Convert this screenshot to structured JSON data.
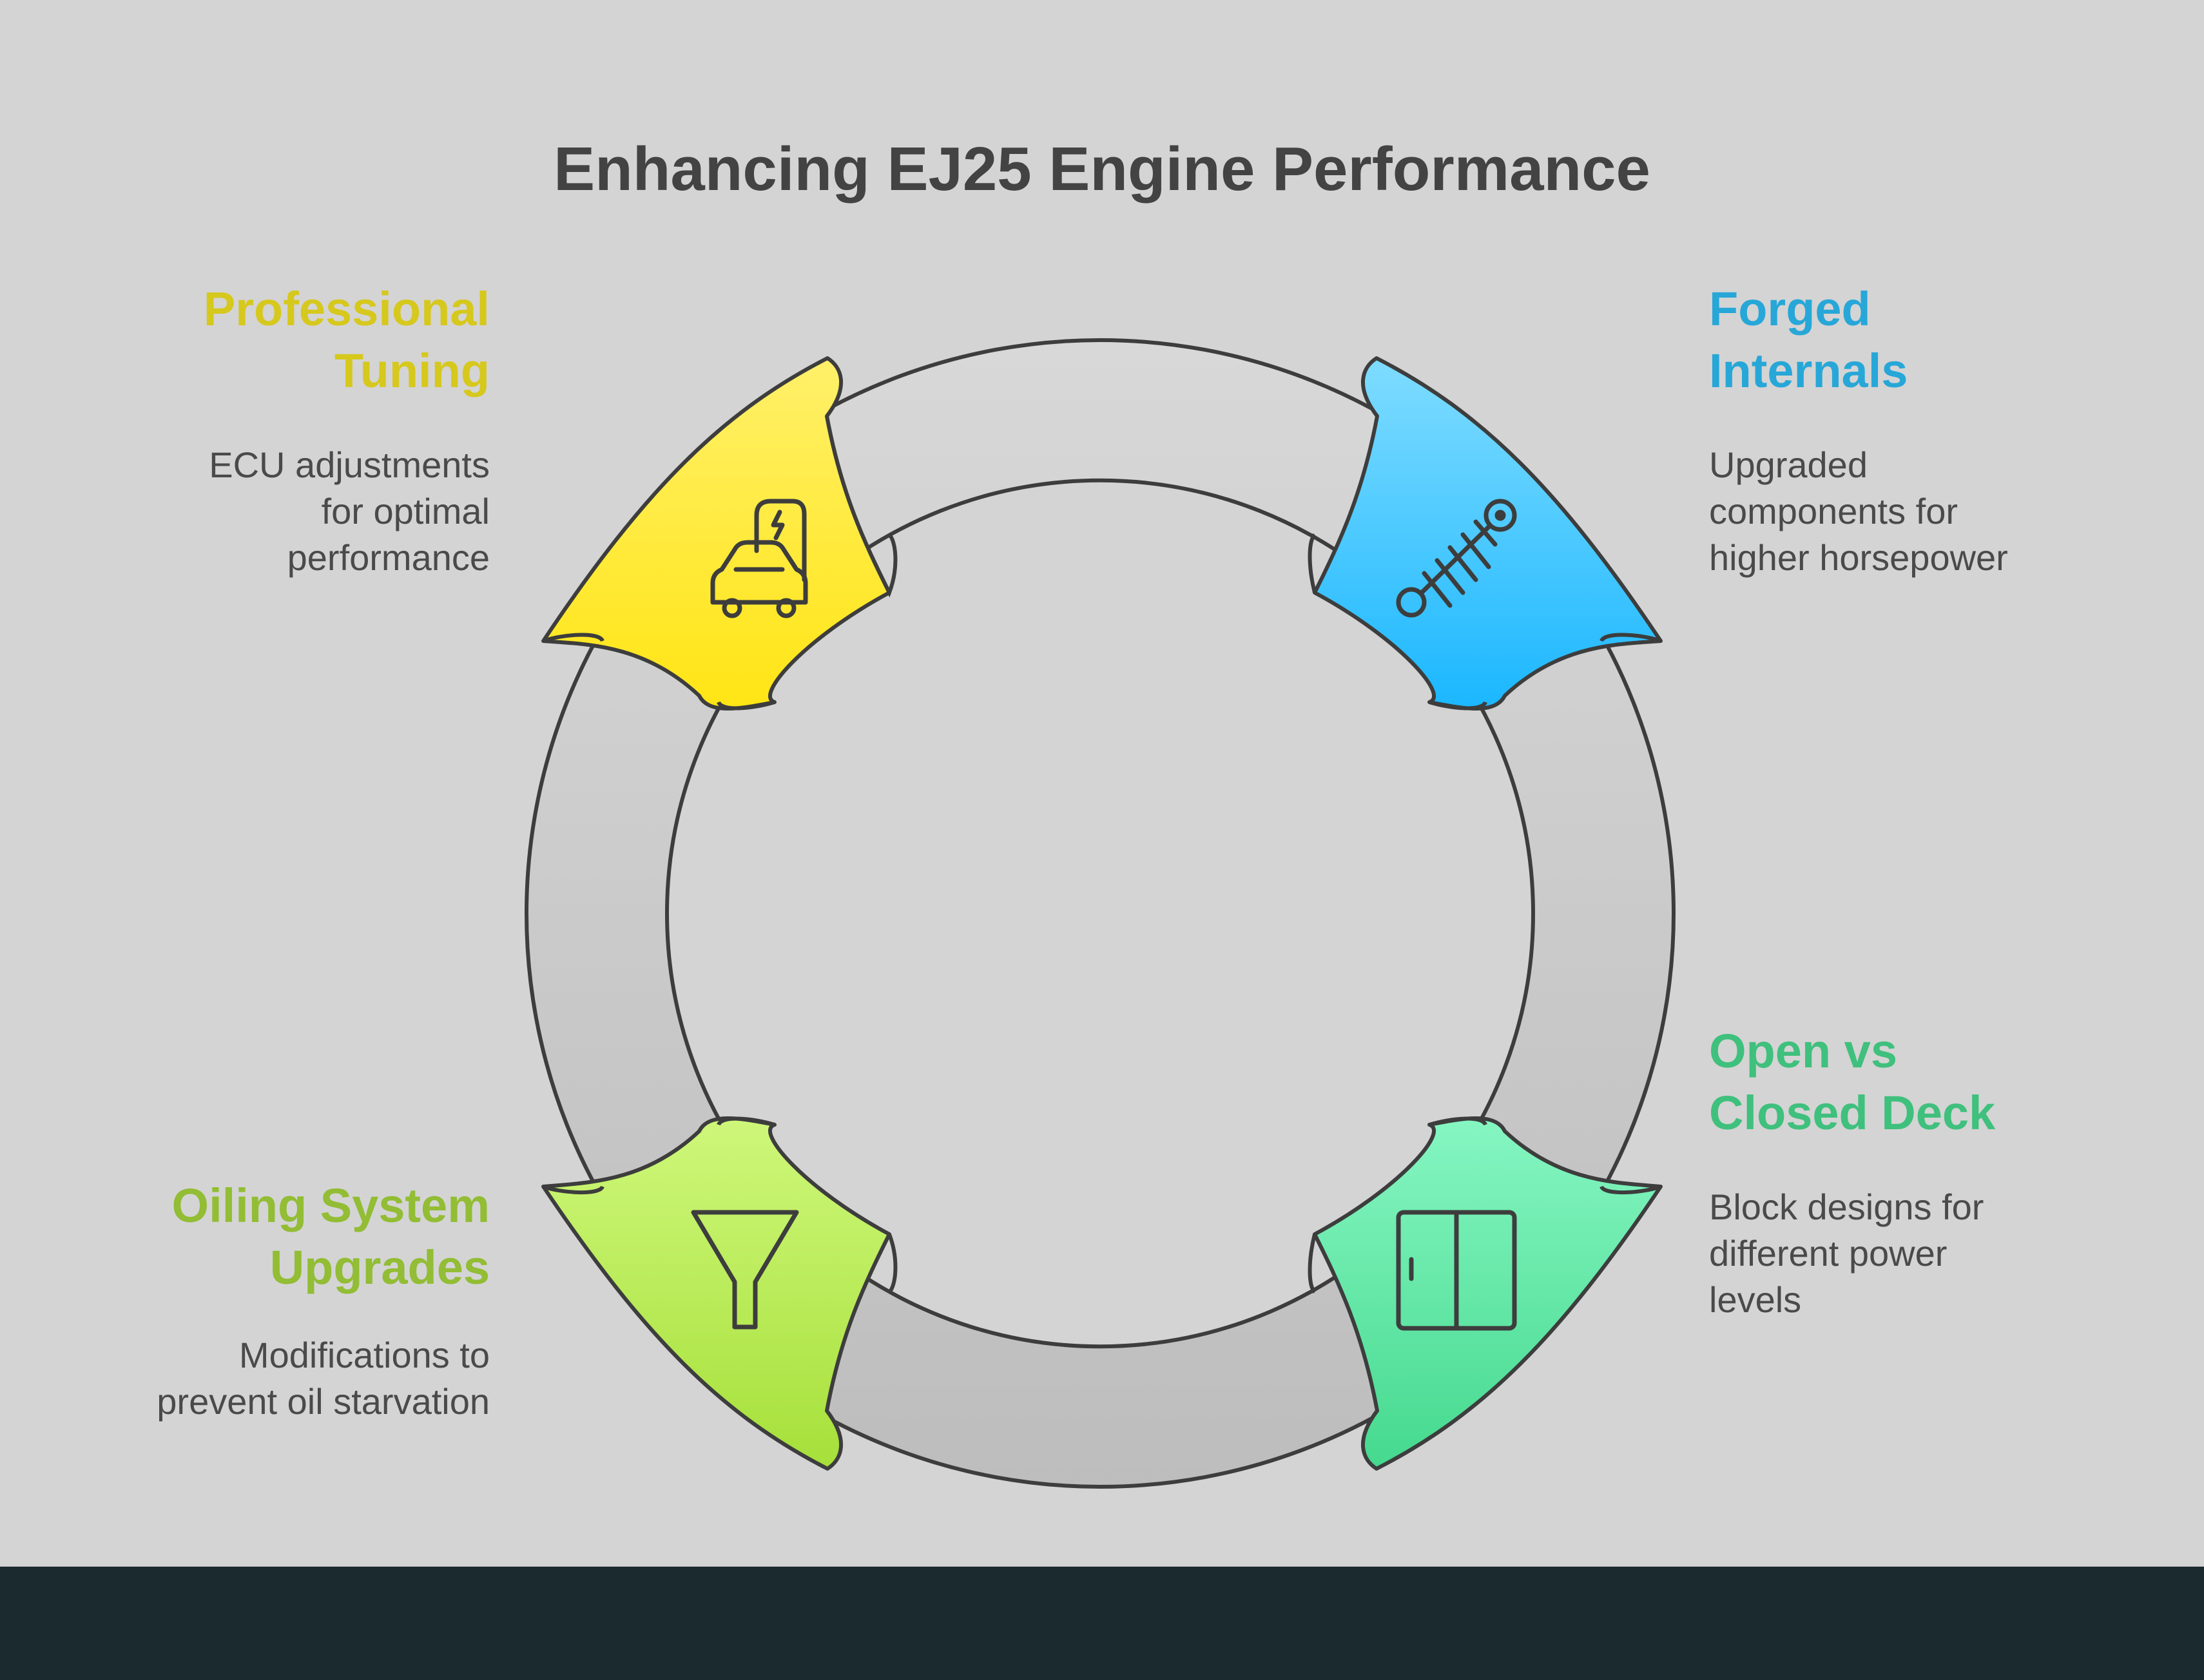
{
  "title": "Enhancing EJ25 Engine Performance",
  "colors": {
    "background": "#d4d4d4",
    "footer_band": "#1b2a2f",
    "ring": "#cccccc",
    "outline": "#3d3d3d",
    "title_text": "#434343",
    "body_text": "#4a4a4a"
  },
  "items": [
    {
      "id": "professional-tuning",
      "heading": "Professional \nTuning",
      "description": "ECU adjustments \nfor optimal \nperformance",
      "color": "#d6c81c",
      "fill_top": "#fff06a",
      "fill_bottom": "#ffe514",
      "icon": "car-charging-icon"
    },
    {
      "id": "forged-internals",
      "heading": "Forged\nInternals",
      "description": "Upgraded\ncomponents for\nhigher horsepower",
      "color": "#27a7d8",
      "fill_top": "#7fdcff",
      "fill_bottom": "#1bb7ff",
      "icon": "shock-absorber-icon"
    },
    {
      "id": "open-vs-closed-deck",
      "heading": "Open vs\nClosed Deck",
      "description": "Block designs for\ndifferent power\nlevels",
      "color": "#3fc07d",
      "fill_top": "#86f6c2",
      "fill_bottom": "#45d98e",
      "icon": "cabinet-icon"
    },
    {
      "id": "oiling-system-upgrades",
      "heading": "Oiling System \nUpgrades",
      "description": "Modifications to \nprevent oil starvation",
      "color": "#92bd34",
      "fill_top": "#cef77a",
      "fill_bottom": "#a6e03a",
      "icon": "funnel-icon"
    }
  ]
}
